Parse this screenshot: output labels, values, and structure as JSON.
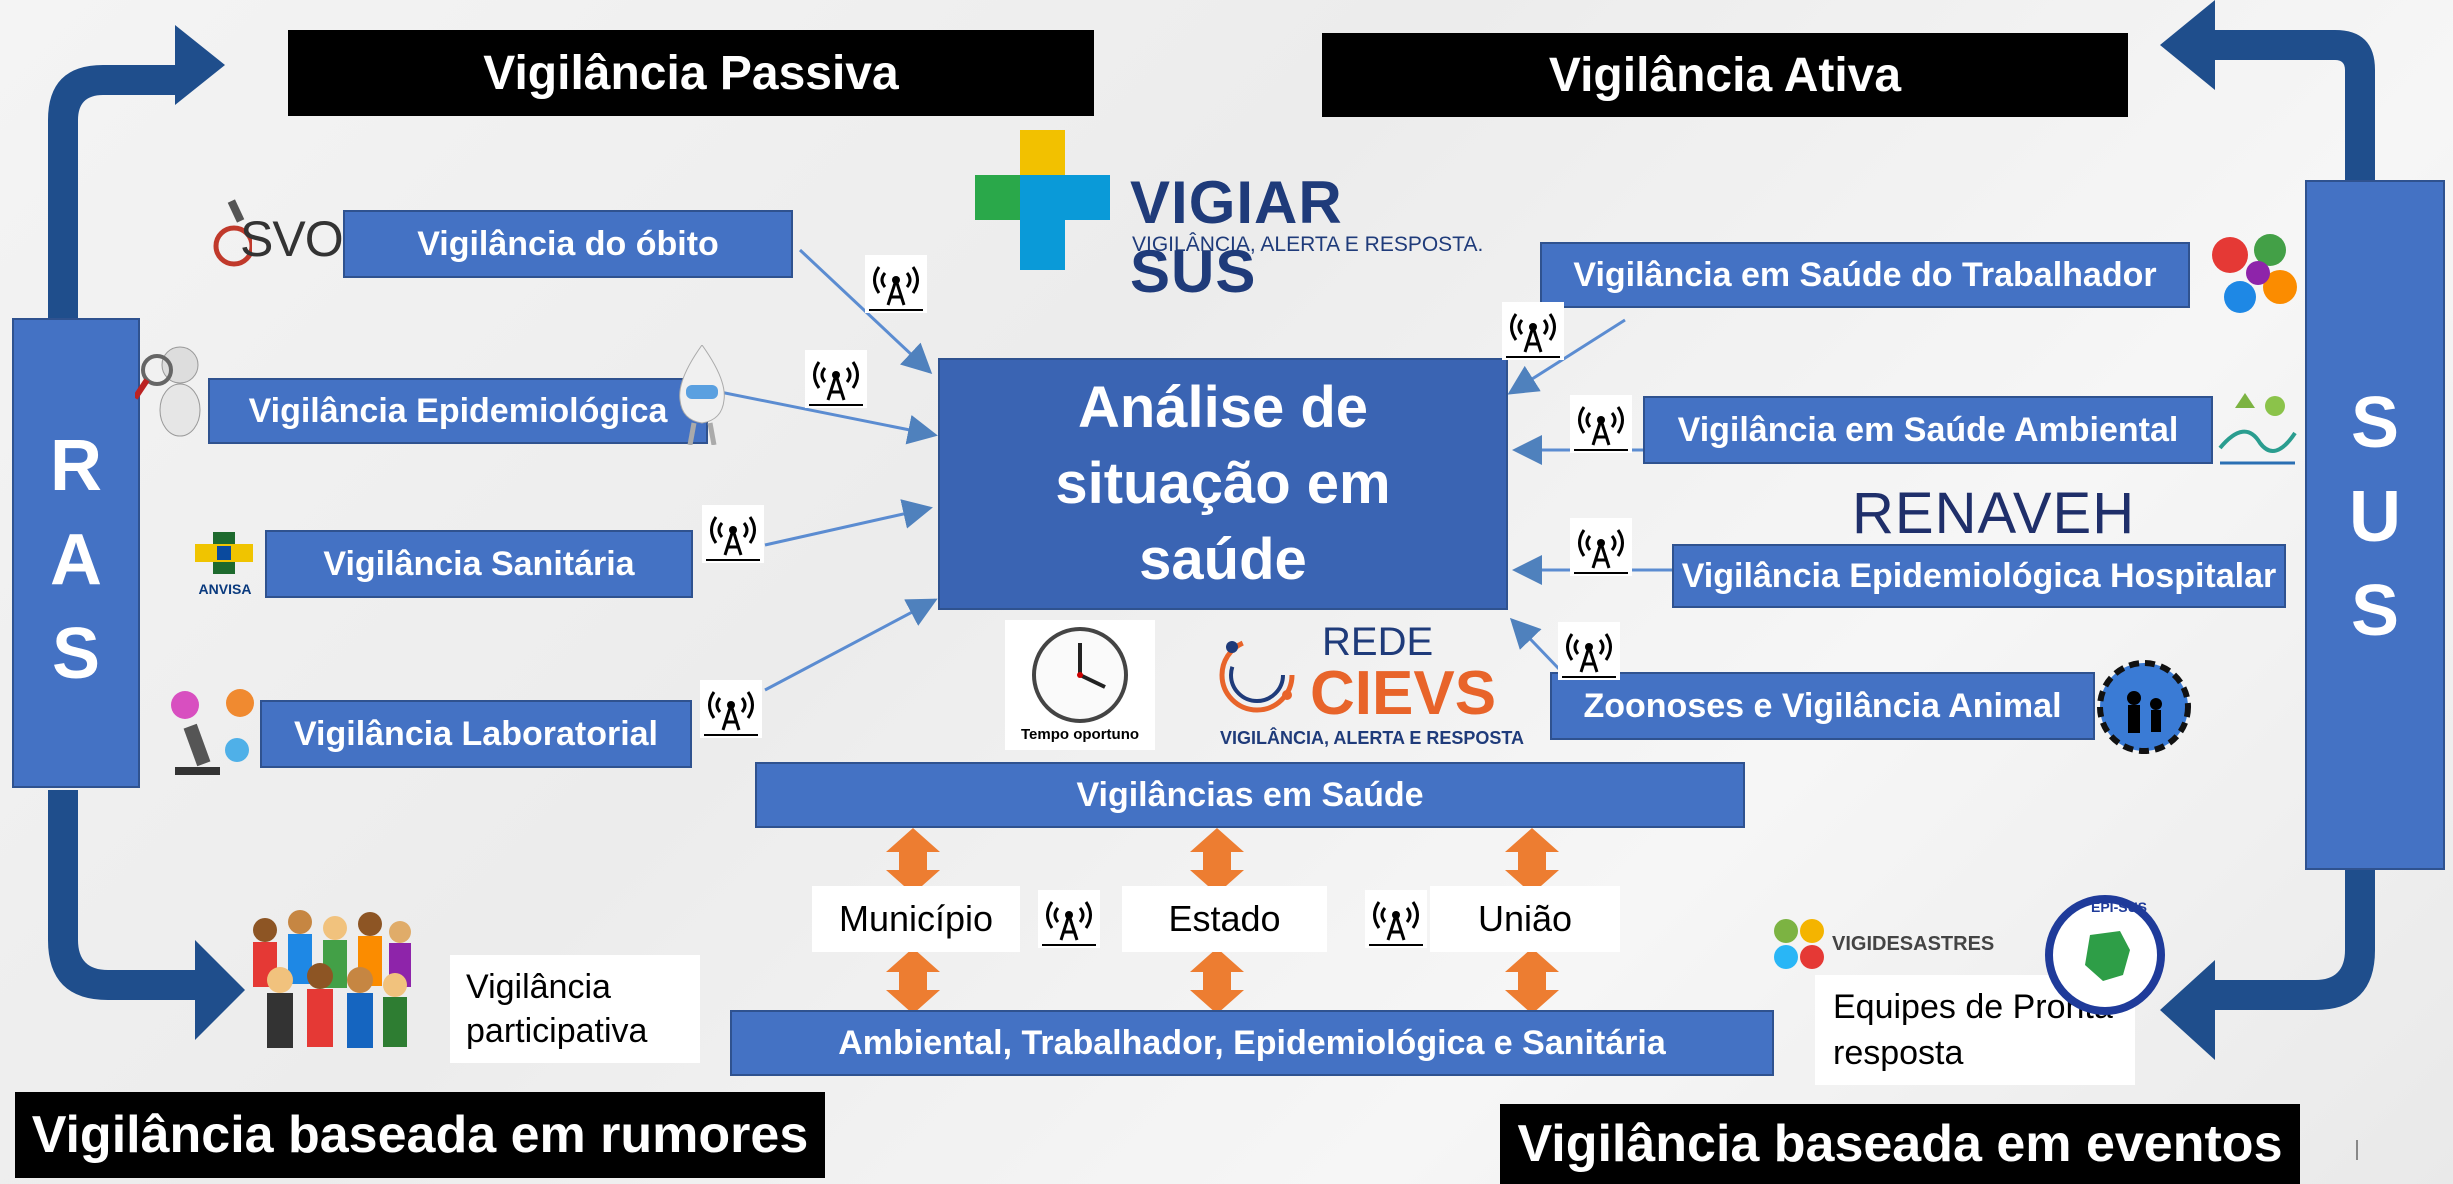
{
  "headers": {
    "passive": "Vigilância Passiva",
    "active": "Vigilância Ativa",
    "rumors": "Vigilância baseada em rumores",
    "events": "Vigilância baseada em eventos"
  },
  "sides": {
    "left": [
      "R",
      "A",
      "S"
    ],
    "right": [
      "S",
      "U",
      "S"
    ]
  },
  "logos": {
    "vigiar_main": "VIGIAR SUS",
    "vigiar_sub": "VIGILÂNCIA, ALERTA E RESPOSTA.",
    "svo": "SVO",
    "anvisa": "ANVISA",
    "renaveh": "RENAVEH",
    "rede": "REDE",
    "cievs": "CIEVS",
    "cievs_sub": "VIGILÂNCIA, ALERTA E RESPOSTA",
    "vigidesastres": "VIGIDESASTRES",
    "epi_sus": "EPI-SUS"
  },
  "left_boxes": [
    "Vigilância do óbito",
    "Vigilância Epidemiológica",
    "Vigilância Sanitária",
    "Vigilância Laboratorial"
  ],
  "right_boxes": [
    "Vigilância em Saúde do Trabalhador",
    "Vigilância em Saúde Ambiental",
    "Vigilância Epidemiológica Hospitalar",
    "Zoonoses e Vigilância Animal"
  ],
  "center": {
    "title": "Análise de situação em saúde",
    "clock_label": "Tempo oportuno"
  },
  "bottom": {
    "vig_saude": "Vigilâncias em Saúde",
    "levels": [
      "Município",
      "Estado",
      "União"
    ],
    "types": "Ambiental, Trabalhador, Epidemiológica e Sanitária",
    "participativa": "Vigilância participativa",
    "pronta_resposta": "Equipes de Pronta  resposta"
  },
  "colors": {
    "box_blue": "#4472c4",
    "dark_blue": "#1f4e8c",
    "arrow_orange": "#ed7d31",
    "black": "#000000"
  }
}
